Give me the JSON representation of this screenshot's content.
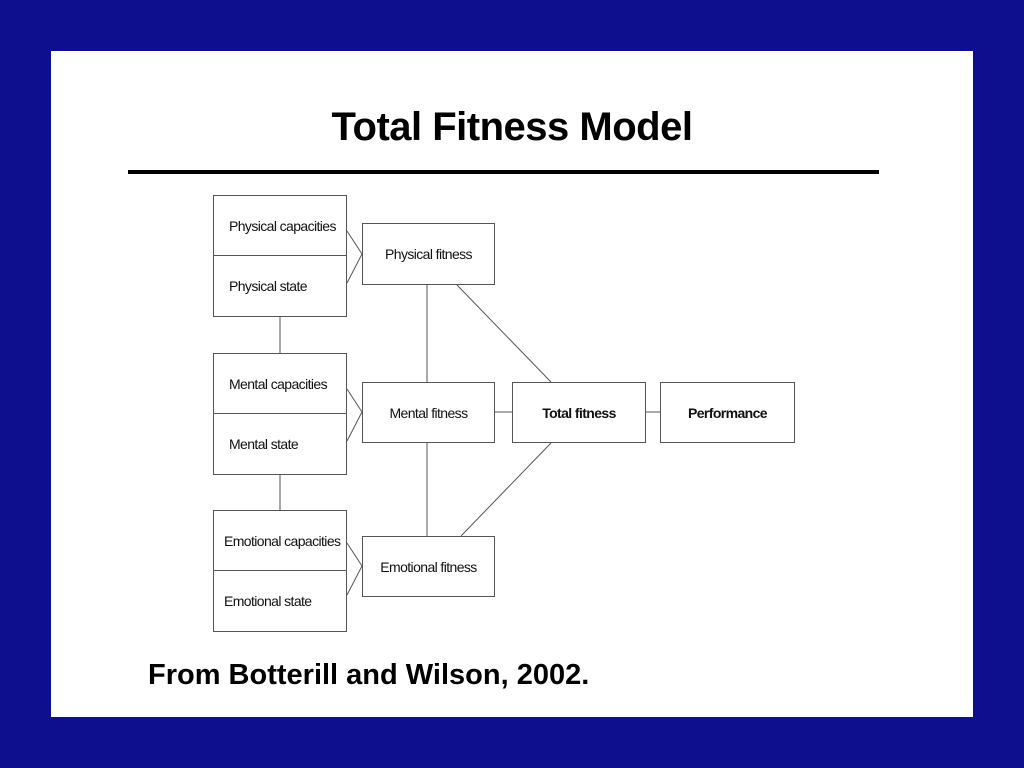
{
  "slide": {
    "title": "Total Fitness Model",
    "caption": "From Botterill and Wilson, 2002."
  },
  "diagram": {
    "groups": [
      {
        "top": "Physical capacities",
        "bottom": "Physical state"
      },
      {
        "top": "Mental capacities",
        "bottom": "Mental state"
      },
      {
        "top": "Emotional capacities",
        "bottom": "Emotional state"
      }
    ],
    "fitness_nodes": [
      "Physical fitness",
      "Mental fitness",
      "Emotional fitness"
    ],
    "total_node": "Total fitness",
    "outcome_node": "Performance"
  },
  "colors": {
    "frame": "#0d0f8f",
    "slide": "#ffffff",
    "line": "#555555"
  }
}
